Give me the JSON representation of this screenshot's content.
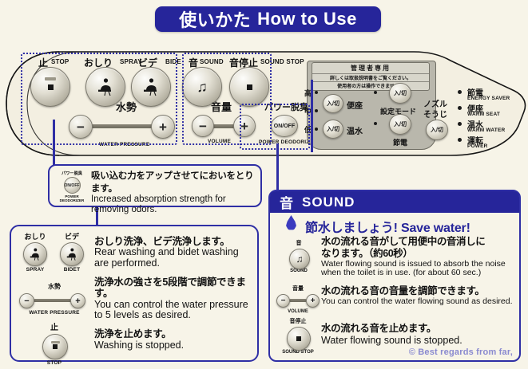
{
  "title": {
    "jp": "使いかた",
    "en": "How to Use"
  },
  "remote": {
    "buttons": {
      "stop": {
        "jp": "止",
        "en": "STOP",
        "icon": "square-stop-icon"
      },
      "spray": {
        "jp": "おしり",
        "en": "SPRAY",
        "icon": "rear-wash-icon"
      },
      "bidet": {
        "jp": "ビデ",
        "en": "BIDE",
        "icon": "bidet-wash-icon"
      },
      "sound": {
        "jp": "音",
        "en": "SOUND",
        "icon": "music-note-icon"
      },
      "sound_stop": {
        "jp": "音停止",
        "en": "SOUND STOP",
        "icon": "square-stop-icon"
      }
    },
    "sliders": {
      "water_pressure": {
        "jp": "水勢",
        "en": "WATER PRESSURE",
        "minus": "−",
        "plus": "+"
      },
      "volume": {
        "jp": "音量",
        "en": "VOLUME",
        "minus": "−",
        "plus": "+"
      }
    },
    "deodorizer": {
      "jp": "パワー脱臭",
      "en": "POWER DEODORIZER",
      "button": "ON/OFF"
    },
    "admin": {
      "header_line1": "管理者専用",
      "header_line2": "詳しくは取扱説明書をご覧ください。",
      "header_line3": "使用者の方は操作できません。",
      "levels": [
        "高",
        "中",
        "低"
      ],
      "controls": [
        {
          "button": "入/切",
          "label": "便座"
        },
        {
          "button": "入/切",
          "label": "温水"
        },
        {
          "button": "入/切",
          "label": "設定モード"
        },
        {
          "button": "入/切",
          "label": "節電"
        }
      ],
      "nozzle": {
        "jp_line1": "ノズル",
        "jp_line2": "そうじ",
        "button": "入/切"
      }
    },
    "status_indicators": [
      {
        "jp": "節電",
        "en": "ENERGY SAVER"
      },
      {
        "jp": "便座",
        "en": "WARM SEAT"
      },
      {
        "jp": "温水",
        "en": "WARM WATER"
      },
      {
        "jp": "運転",
        "en": "POWER"
      }
    ]
  },
  "deodorizer_callout": {
    "icon": {
      "jp": "パワー脱臭",
      "button": "ON/OFF",
      "en": "POWER DEODORIZER"
    },
    "jp": "吸い込む力をアップさせてにおいをとります。",
    "en_line1": "Increased absorption strength for",
    "en_line2": "removing odors."
  },
  "wash_panel": {
    "icons": {
      "spray": {
        "jp": "おしり",
        "en": "SPRAY"
      },
      "bidet": {
        "jp": "ビデ",
        "en": "BIDET"
      },
      "pressure": {
        "jp": "水勢",
        "en": "WATER PRESSURE",
        "minus": "−",
        "plus": "+"
      },
      "stop": {
        "jp": "止",
        "en": "STOP"
      }
    },
    "paragraphs": [
      {
        "jp": "おしり洗浄、ビデ洗浄します。",
        "en_line1": "Rear washing and bidet washing",
        "en_line2": "are performed."
      },
      {
        "jp": "洗浄水の強さを5段階で調節できます。",
        "en_line1": "You can control the water pressure",
        "en_line2": "to 5 levels as desired."
      },
      {
        "jp": "洗浄を止めます。",
        "en_line1": "Washing is stopped.",
        "en_line2": ""
      }
    ]
  },
  "sound_panel": {
    "header": {
      "jp": "音",
      "en": "SOUND"
    },
    "save_water": "節水しましょう!  Save water!",
    "rows": [
      {
        "icon": {
          "jp": "音",
          "en": "SOUND",
          "glyph": "music-note-icon"
        },
        "jp_line1": "水の流れる音がして用便中の音消しに",
        "jp_line2": "なります。（約60秒）",
        "en_line1": "Water flowing sound is issued to absorb the noise",
        "en_line2": "when the toilet is in use. (for about 60 sec.)"
      },
      {
        "icon": {
          "jp": "音量",
          "en": "VOLUME",
          "glyph": "volume-slider-icon"
        },
        "jp_line1": "水の流れる音の音量を調節できます。",
        "jp_line2": "",
        "en_line1": "You can control the water flowing sound as desired.",
        "en_line2": ""
      },
      {
        "icon": {
          "jp": "音停止",
          "en": "SOUND STOP",
          "glyph": "square-stop-icon"
        },
        "jp_line1": "水の流れる音を止めます。",
        "jp_line2": "",
        "en_line1": "Water flowing sound is stopped.",
        "en_line2": ""
      }
    ]
  },
  "watermark": "© Best regards from far,",
  "colors": {
    "banner_blue": "#26259a",
    "background": "#f7f4e8",
    "highlight_blue": "#2f2fa5",
    "panel_gray": "#b9b7ac"
  }
}
